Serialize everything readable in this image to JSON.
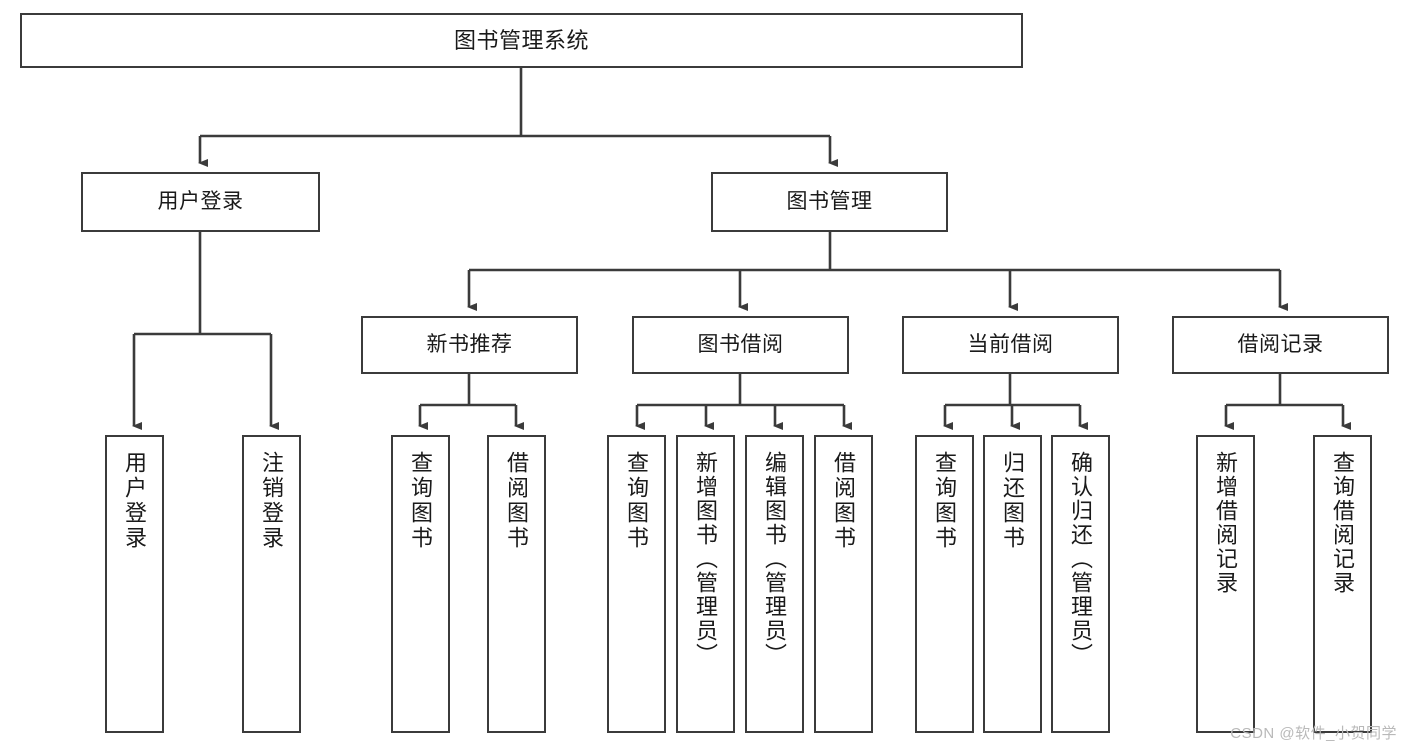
{
  "diagram": {
    "type": "tree",
    "title": "图书管理系统",
    "orientation": "top-down",
    "colors": {
      "stroke": "#3b3b3b",
      "fill": "#ffffff",
      "text": "#1a1a1a",
      "watermark": "#b9b9b9"
    },
    "root": {
      "label": "图书管理系统"
    },
    "level1": [
      {
        "label": "用户登录"
      },
      {
        "label": "图书管理"
      }
    ],
    "level2": [
      {
        "label": "新书推荐"
      },
      {
        "label": "图书借阅"
      },
      {
        "label": "当前借阅"
      },
      {
        "label": "借阅记录"
      }
    ],
    "leaves": {
      "user_login": [
        {
          "label": "用户登录"
        },
        {
          "label": "注销登录"
        }
      ],
      "new_book": [
        {
          "label": "查询图书"
        },
        {
          "label": "借阅图书"
        }
      ],
      "book_borrow": [
        {
          "label": "查询图书"
        },
        {
          "label": "新增图书（管理员）"
        },
        {
          "label": "编辑图书（管理员）"
        },
        {
          "label": "借阅图书"
        }
      ],
      "current_borrow": [
        {
          "label": "查询图书"
        },
        {
          "label": "归还图书"
        },
        {
          "label": "确认归还（管理员）"
        }
      ],
      "borrow_record": [
        {
          "label": "新增借阅记录"
        },
        {
          "label": "查询借阅记录"
        }
      ]
    }
  },
  "watermark": {
    "text": "CSDN @软件_小贺同学"
  }
}
